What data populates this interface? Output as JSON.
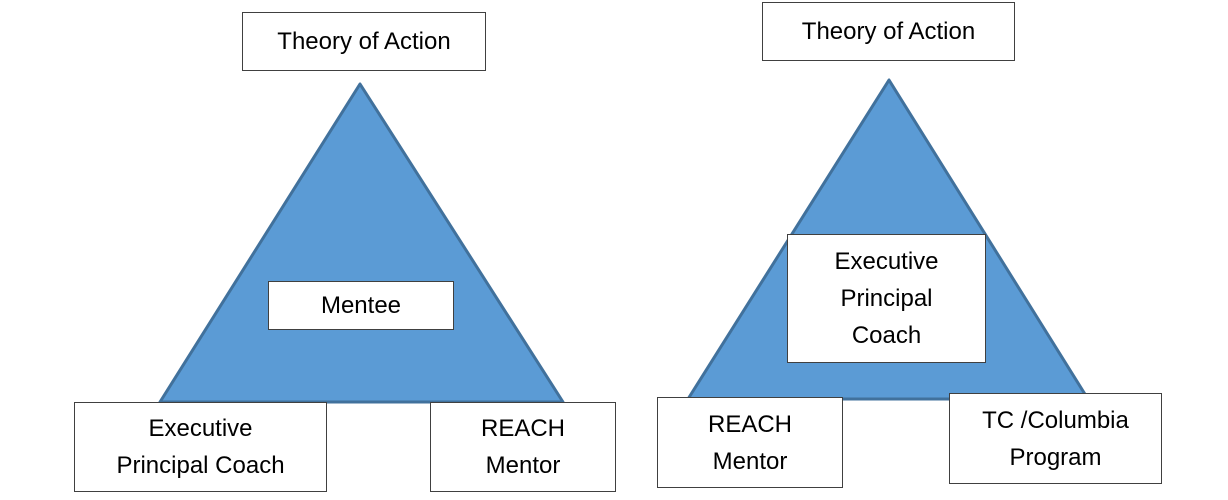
{
  "colors": {
    "triangle_fill": "#5b9bd5",
    "triangle_stroke": "#41719c",
    "box_border": "#404040",
    "background": "#ffffff"
  },
  "left_diagram": {
    "top_label": "Theory of Action",
    "center_label": "Mentee",
    "bottom_left_label": "Executive\nPrincipal Coach",
    "bottom_right_label": "REACH\nMentor"
  },
  "right_diagram": {
    "top_label": "Theory of Action",
    "center_label": "Executive\nPrincipal\nCoach",
    "bottom_left_label": "REACH\nMentor",
    "bottom_right_label": "TC /Columbia\nProgram"
  }
}
